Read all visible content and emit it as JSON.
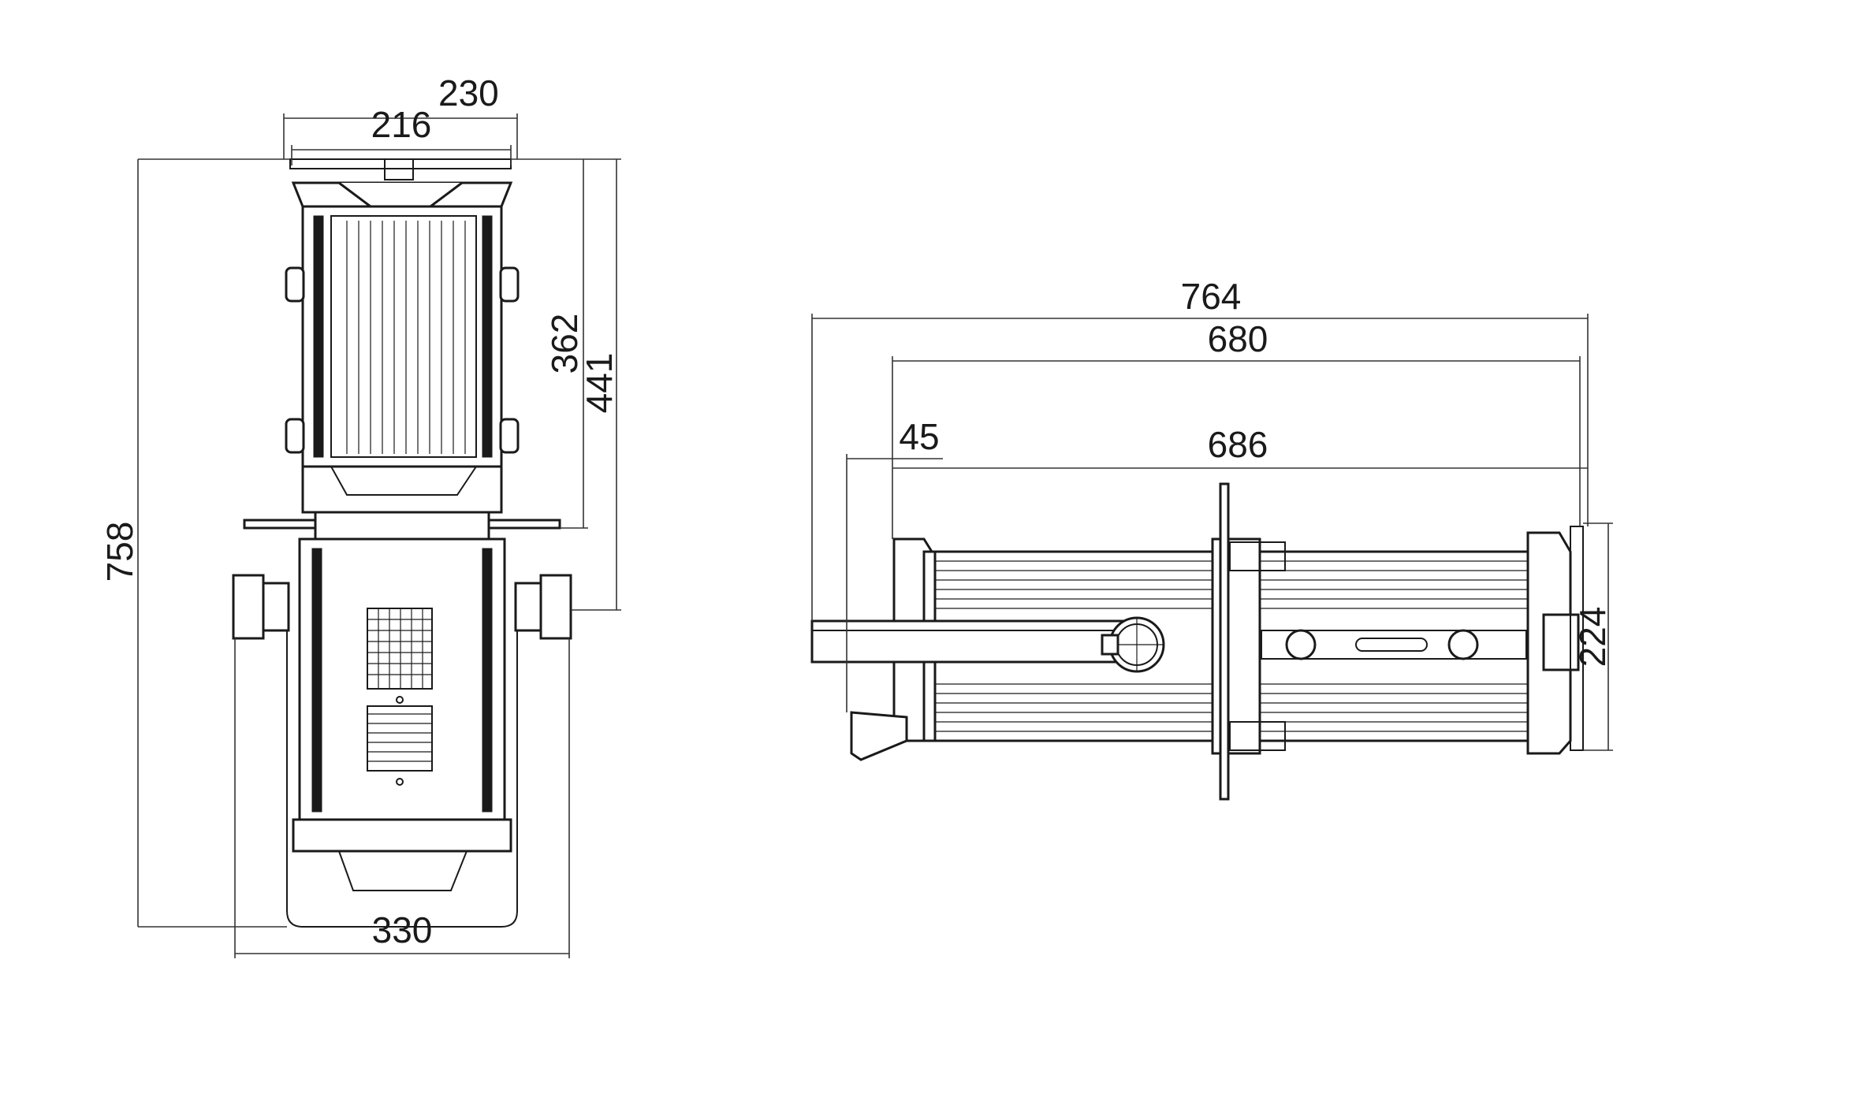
{
  "dimensions": {
    "front_width_outer": "230",
    "front_width_inner": "216",
    "front_height_upper": "362",
    "front_height_mid": "441",
    "front_height_total": "758",
    "front_base_width": "330",
    "side_length_total": "764",
    "side_length_body": "680",
    "side_yoke_offset": "45",
    "side_length_barrel": "686",
    "side_height": "224"
  }
}
